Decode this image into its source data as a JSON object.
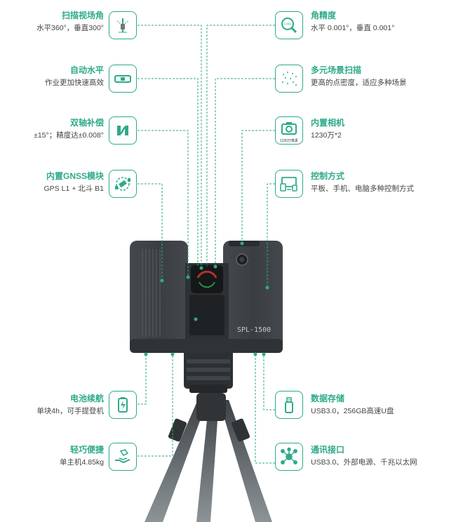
{
  "features": {
    "view_angle": {
      "title": "扫描视场角",
      "desc": "水平360°，垂直300°",
      "icon": "scan-angle-icon"
    },
    "auto_level": {
      "title": "自动水平",
      "desc": "作业更加快速高效",
      "icon": "level-icon"
    },
    "compensation": {
      "title": "双轴补偿",
      "desc": "±15°；精度达±0.008°",
      "icon": "dual-axis-icon"
    },
    "gnss": {
      "title": "内置GNSS模块",
      "desc": "GPS L1 + 北斗 B1",
      "icon": "satellite-icon"
    },
    "battery": {
      "title": "电池续航",
      "desc": "单块4h，可手提登机",
      "icon": "battery-icon"
    },
    "portable": {
      "title": "轻巧便捷",
      "desc": "单主机4.85kg",
      "icon": "hand-icon"
    },
    "precision": {
      "title": "角精度",
      "desc": "水平 0.001°，垂直 0.001°",
      "icon": "magnifier-icon",
      "icon_text": "0.001"
    },
    "multi_scene": {
      "title": "多元场景扫描",
      "desc": "更高的点密度，适应多种场景",
      "icon": "point-cloud-icon"
    },
    "camera": {
      "title": "内置相机",
      "desc": "1230万*2",
      "icon": "camera-icon",
      "icon_caption": "1230万像素"
    },
    "control": {
      "title": "控制方式",
      "desc": "平板、手机、电脑多种控制方式",
      "icon": "devices-icon"
    },
    "storage": {
      "title": "数据存储",
      "desc": "USB3.0，256GB高速U盘",
      "icon": "usb-drive-icon"
    },
    "interface": {
      "title": "通讯接口",
      "desc": "USB3.0、外部电源、千兆以太网",
      "icon": "network-hub-icon"
    }
  },
  "device": {
    "model": "SPL-1500"
  },
  "colors": {
    "accent": "#2eaa8a",
    "body": "#3b3f43",
    "text": "#444444"
  }
}
